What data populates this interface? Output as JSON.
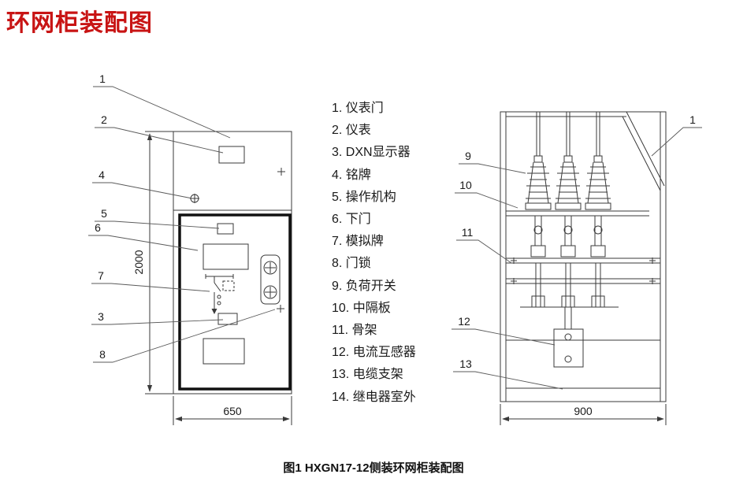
{
  "page": {
    "title": "环网柜装配图",
    "caption": "图1  HXGN17-12侧装环网柜装配图"
  },
  "legend": {
    "items": [
      "1. 仪表门",
      "2. 仪表",
      "3. DXN显示器",
      "4. 铭牌",
      "5. 操作机构",
      "6. 下门",
      "7. 模拟牌",
      "8. 门锁",
      "9. 负荷开关",
      "10. 中隔板",
      "11. 骨架",
      "12. 电流互感器",
      "13. 电缆支架",
      "14. 继电器室外"
    ]
  },
  "front_view": {
    "dim_height": "2000",
    "dim_width": "650",
    "callouts": [
      "1",
      "2",
      "4",
      "5",
      "6",
      "7",
      "3",
      "8"
    ]
  },
  "side_view": {
    "dim_width": "900",
    "callouts": [
      "9",
      "10",
      "11",
      "12",
      "13",
      "1"
    ]
  },
  "colors": {
    "title_red": "#c81414",
    "line": "#3a3a3a"
  }
}
